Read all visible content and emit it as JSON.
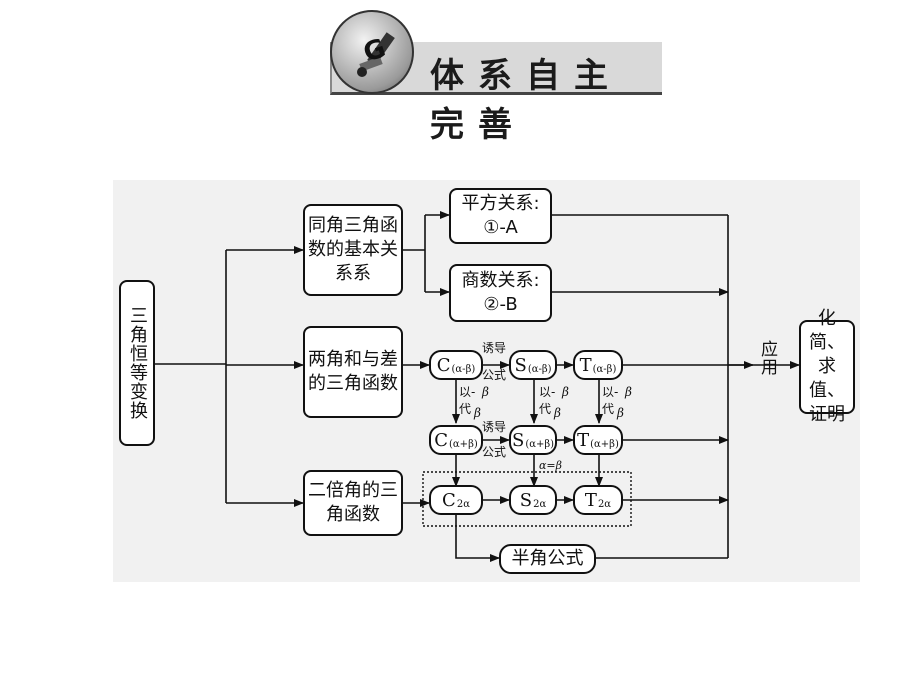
{
  "header": {
    "logo_text": "G",
    "title": "体系自主完善"
  },
  "diagram": {
    "root": "三角恒等变换",
    "sections": {
      "same_angle": "同角三角函数的基本关系系",
      "sum_diff": "两角和与差的三角函数",
      "double": "二倍角的三角函数"
    },
    "relations": {
      "square": {
        "title": "平方关系:",
        "value": "①-A"
      },
      "quotient": {
        "title": "商数关系:",
        "value": "②-B"
      }
    },
    "nodes": {
      "c_minus": {
        "main": "C",
        "sub": "(α-β)"
      },
      "s_minus": {
        "main": "S",
        "sub": "(α-β)"
      },
      "t_minus": {
        "main": "T",
        "sub": "(α-β)"
      },
      "c_plus": {
        "main": "C",
        "sub": "(α+β)"
      },
      "s_plus": {
        "main": "S",
        "sub": "(α+β)"
      },
      "t_plus": {
        "main": "T",
        "sub": "(α+β)"
      },
      "c2": {
        "main": "C",
        "sub": "2α"
      },
      "s2": {
        "main": "S",
        "sub": "2α"
      },
      "t2": {
        "main": "T",
        "sub": "2α"
      }
    },
    "edge_labels": {
      "induction_top": "诱导",
      "formula_top": "公式",
      "induction_mid": "诱导",
      "formula_mid": "公式",
      "replace_by": "以-",
      "beta": "β",
      "replace": "代",
      "alpha_eq_beta": "α=β"
    },
    "half_angle": "半角公式",
    "apply": "应用",
    "result": "化简、求值、证明"
  }
}
